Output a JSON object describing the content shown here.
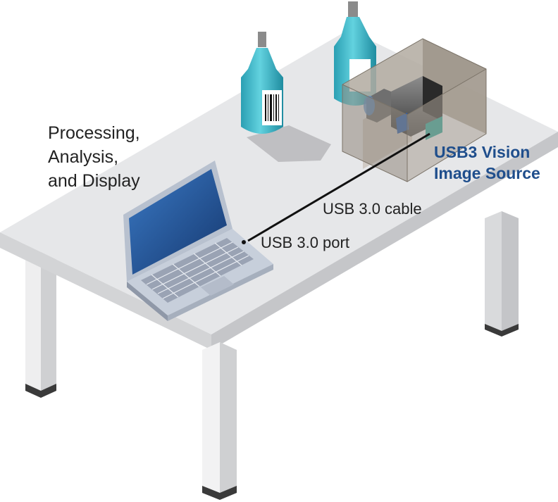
{
  "labels": {
    "processing": [
      "Processing,",
      "Analysis,",
      "and Display"
    ],
    "source": [
      "USB3 Vision",
      "Image Source"
    ],
    "cable": "USB 3.0 cable",
    "port": "USB 3.0 port"
  },
  "colors": {
    "source_label": "#1f4e8c",
    "text": "#222222",
    "table_top": "#e6e7e9",
    "bottle": "#3fb6c6",
    "enclosure": "#a39a8f",
    "screen": "#1e4f95"
  }
}
